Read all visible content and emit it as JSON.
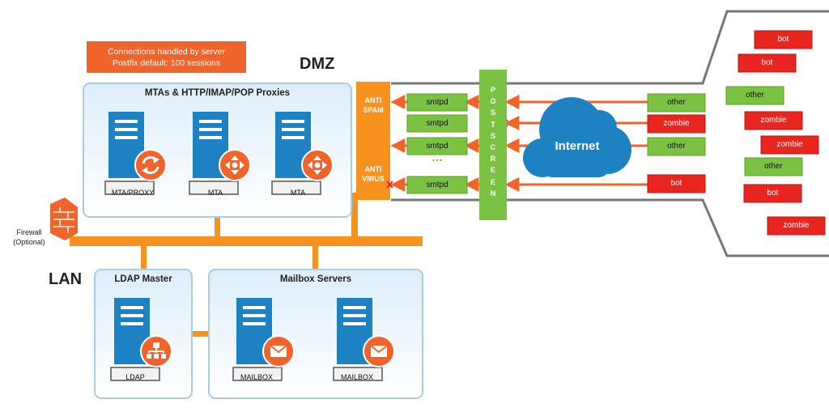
{
  "note": {
    "line1": "Connections handled by server",
    "line2": "Postfix default: 100 sessions"
  },
  "zones": {
    "dmz": "DMZ",
    "lan": "LAN"
  },
  "firewall": {
    "line1": "Firewall",
    "line2": "(Optional)"
  },
  "panels": {
    "mta": {
      "title": "MTAs & HTTP/IMAP/POP Proxies",
      "servers": [
        {
          "label": "MTA/PROXY",
          "icon": "refresh-icon"
        },
        {
          "label": "MTA",
          "icon": "route-icon"
        },
        {
          "label": "MTA",
          "icon": "route-icon"
        }
      ]
    },
    "ldap": {
      "title": "LDAP Master",
      "server": {
        "label": "LDAP",
        "icon": "hierarchy-icon"
      }
    },
    "mailbox": {
      "title": "Mailbox Servers",
      "servers": [
        {
          "label": "MAILBOX",
          "icon": "envelope-icon"
        },
        {
          "label": "MAILBOX",
          "icon": "envelope-icon"
        }
      ]
    }
  },
  "filters": {
    "anti_spam": [
      "ANTI",
      "SPAM"
    ],
    "anti_virus": [
      "ANTI",
      "VIRUS"
    ]
  },
  "smtpd": [
    "smtpd",
    "smtpd",
    "smtpd",
    "smtpd"
  ],
  "ellipsis": "...",
  "postscreen": [
    "P",
    "O",
    "S",
    "T",
    "S",
    "C",
    "R",
    "E",
    "E",
    "N"
  ],
  "internet": "Internet",
  "incoming": [
    {
      "label": "other",
      "kind": "good"
    },
    {
      "label": "zombie",
      "kind": "bad"
    },
    {
      "label": "other",
      "kind": "good"
    },
    {
      "label": "bot",
      "kind": "bad"
    }
  ],
  "queue": [
    {
      "label": "bot",
      "kind": "bad"
    },
    {
      "label": "bot",
      "kind": "bad"
    },
    {
      "label": "other",
      "kind": "good"
    },
    {
      "label": "zombie",
      "kind": "bad"
    },
    {
      "label": "zombie",
      "kind": "bad"
    },
    {
      "label": "other",
      "kind": "good"
    },
    {
      "label": "bot",
      "kind": "bad"
    },
    {
      "label": "zombie",
      "kind": "bad"
    }
  ],
  "colors": {
    "orange": "#f0632a",
    "bar": "#f7921e",
    "green": "#7cc242",
    "red": "#e8251f",
    "blue": "#1d81c2",
    "panel_border": "#a9cde6"
  }
}
